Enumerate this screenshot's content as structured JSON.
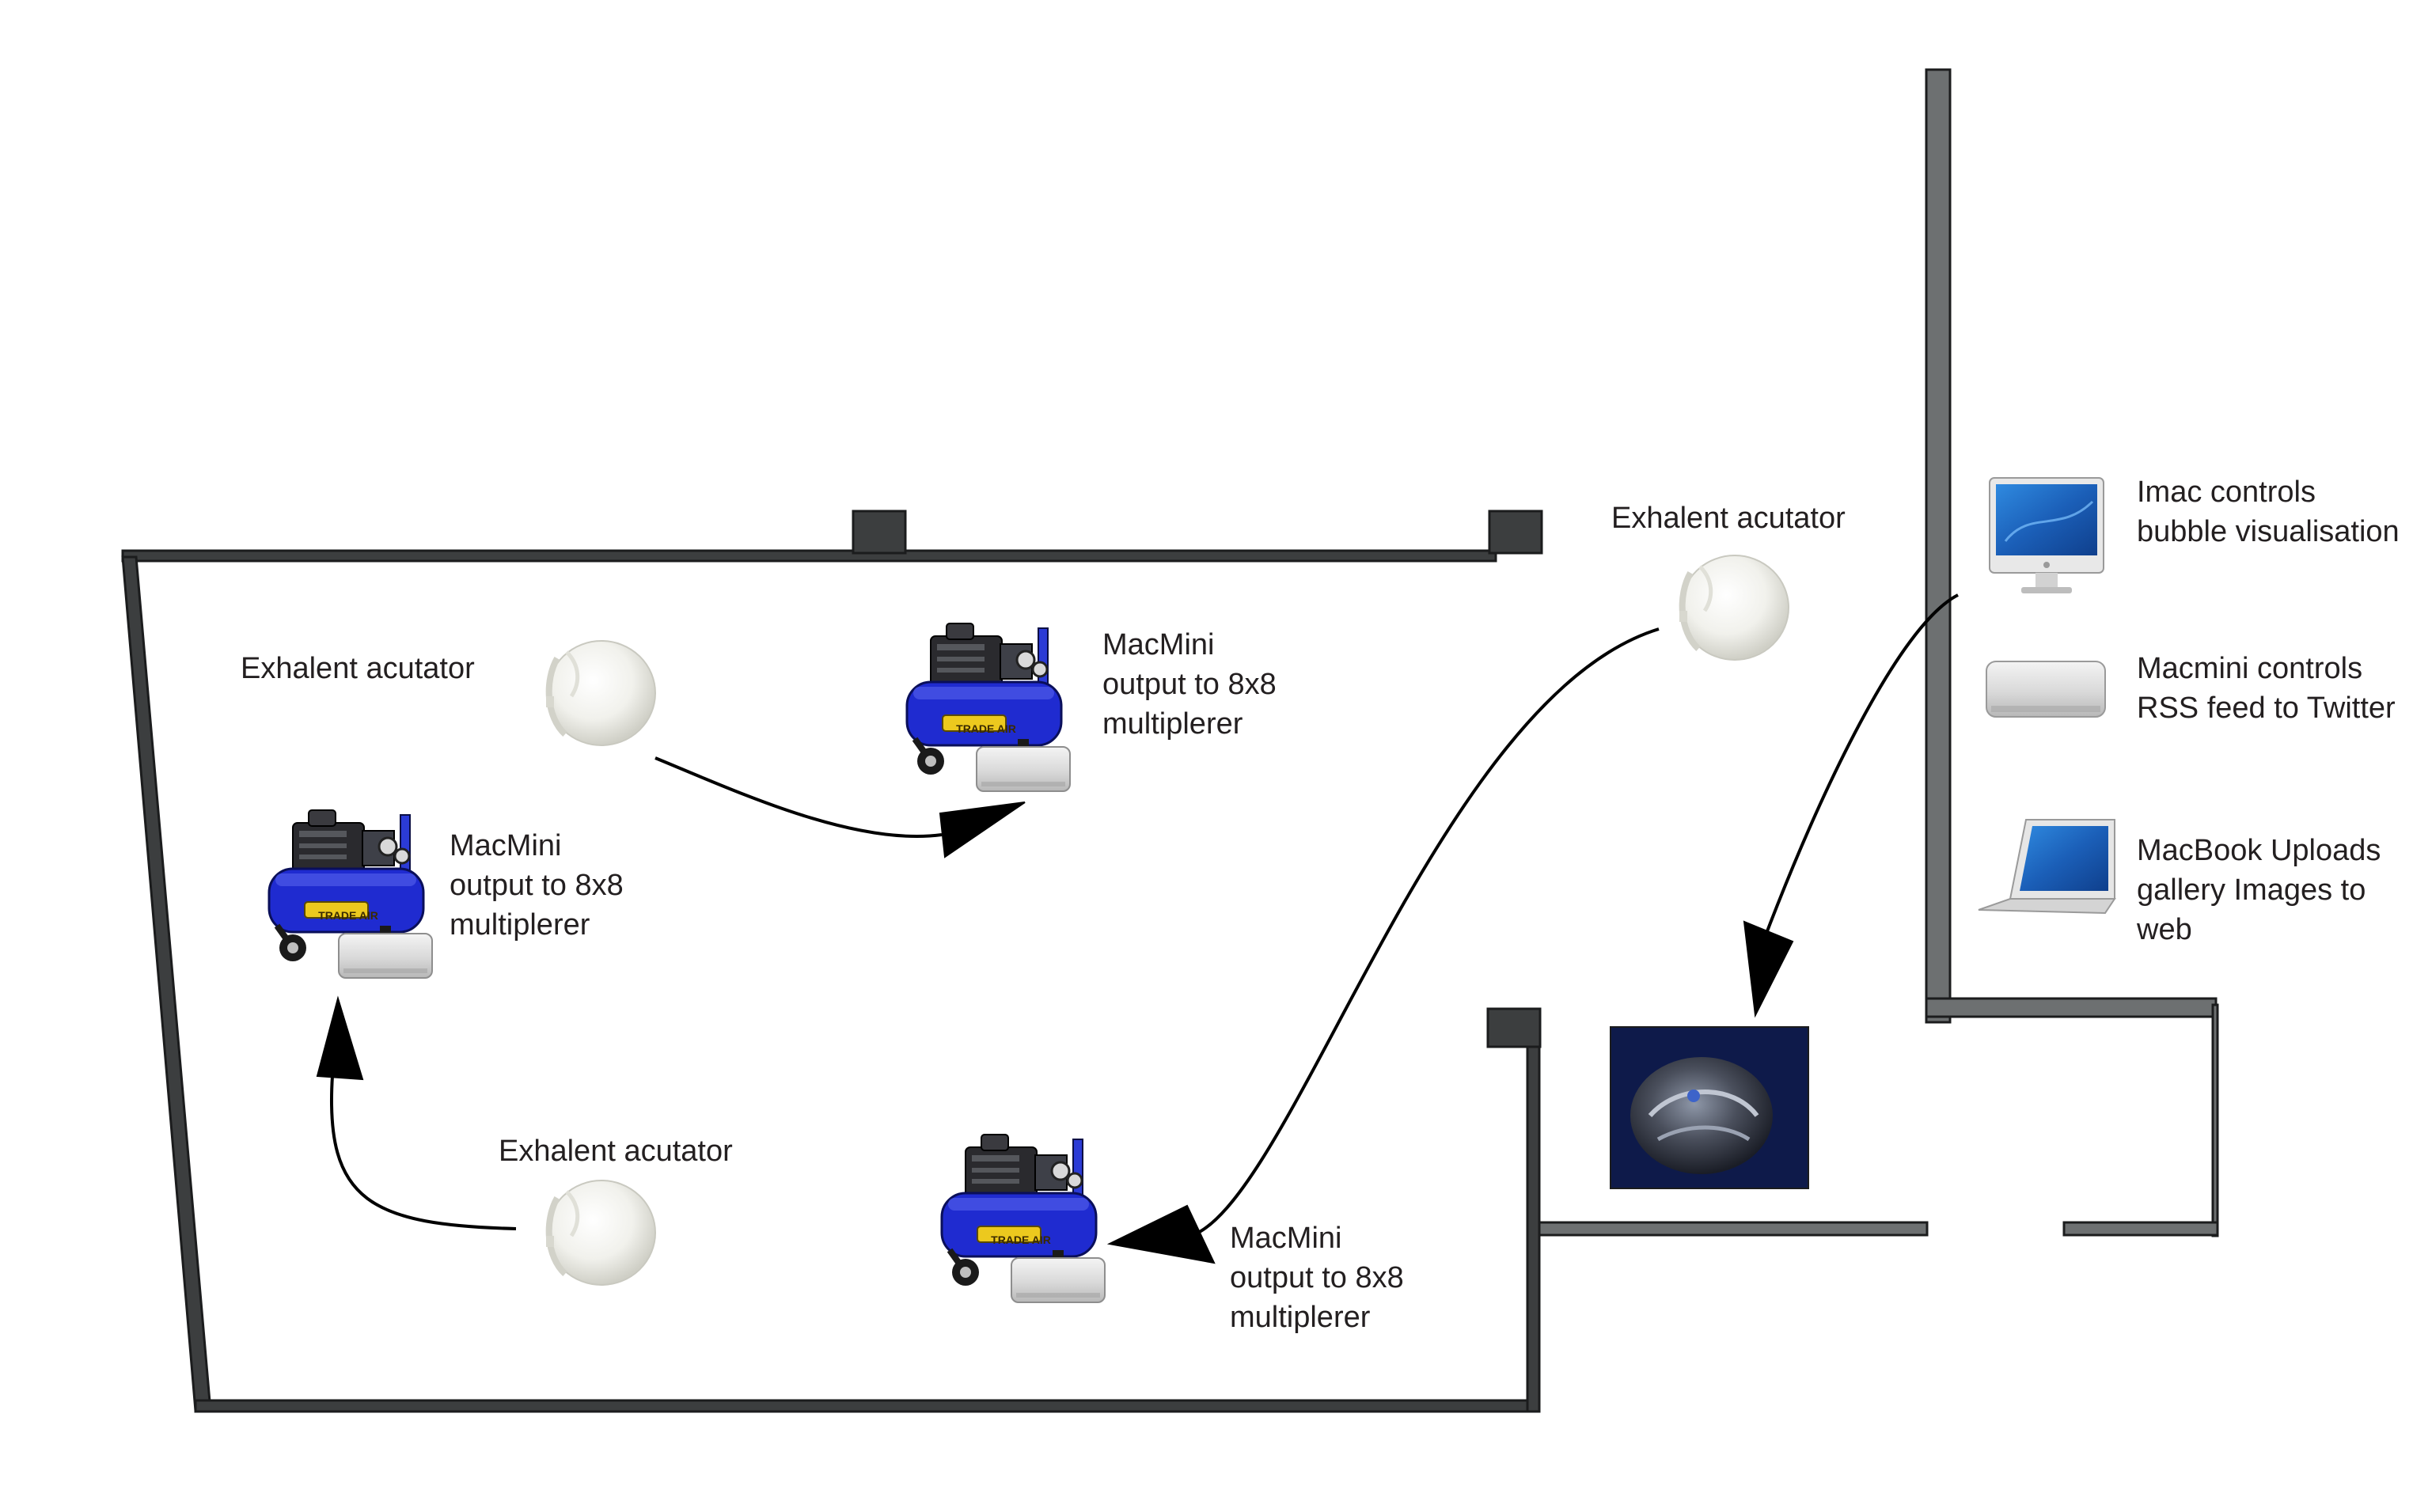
{
  "labels": {
    "actuator_left": "Exhalent acutator",
    "actuator_bottom": "Exhalent acutator",
    "actuator_right": "Exhalent acutator",
    "macmini_left": [
      "MacMini",
      "output to  8x8",
      "multiplerer"
    ],
    "macmini_top": [
      "MacMini",
      "output to  8x8",
      "multiplerer"
    ],
    "macmini_bottom": [
      "MacMini",
      "output to  8x8",
      "multiplerer"
    ],
    "imac": [
      "Imac controls",
      "bubble visualisation"
    ],
    "macmini_rss": [
      "Macmini controls",
      "RSS feed to Twitter"
    ],
    "macbook": [
      "MacBook Uploads",
      "gallery Images to",
      "web"
    ]
  },
  "compressor_brand": "TRADE AIR",
  "colors": {
    "wall": "#3c3e3f",
    "wall_outline": "#1b1c1d",
    "text": "#231f20",
    "compressor_blue": "#1f2bd0",
    "screen_bg": "#0e1a4a",
    "arrow": "#000000"
  }
}
